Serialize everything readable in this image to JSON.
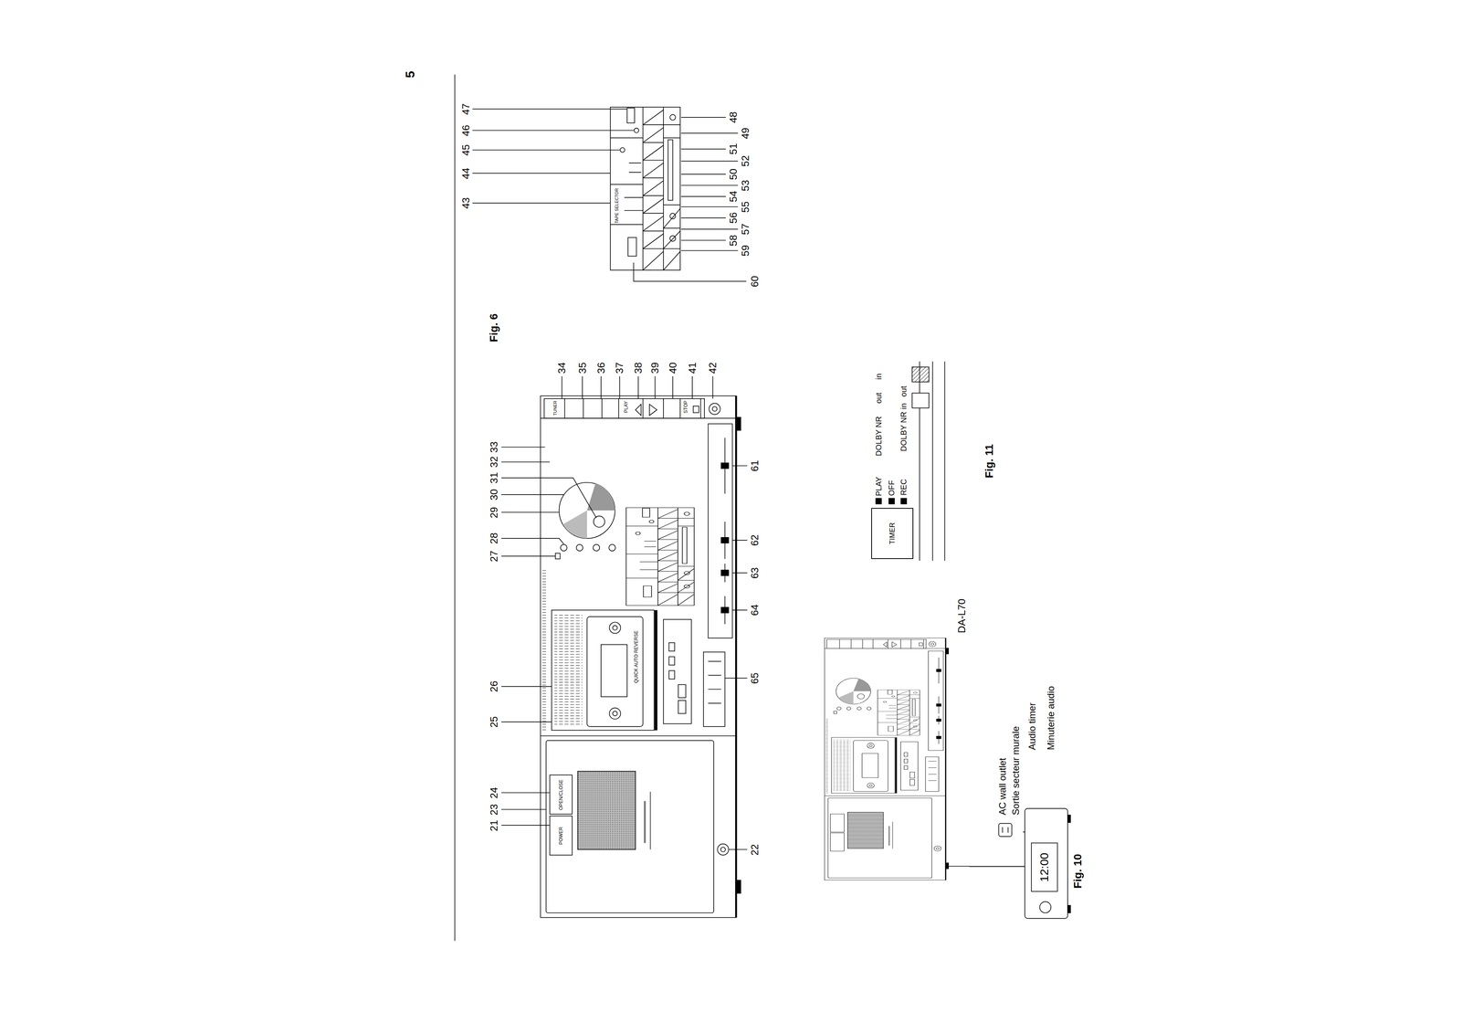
{
  "diagram": {
    "nodes": [
      {
        "text": [
          "DA-L70"
        ]
      },
      {
        "text": [
          "AC wall outlet",
          "Sortie secteur murale"
        ]
      },
      {
        "text": [
          "Audio timer",
          "Minuterie audio"
        ]
      },
      {
        "text": [
          "TIMER"
        ]
      }
    ],
    "edges": [
      {
        "from": 0,
        "to": 2,
        "arrow": "none"
      },
      {
        "from": 2,
        "to": 1,
        "arrow": "none"
      }
    ],
    "labels": [
      "5",
      "Fig. 6",
      "21",
      "23",
      "24",
      "25",
      "26",
      "27",
      "28",
      "29",
      "30",
      "31",
      "32",
      "33",
      "34",
      "35",
      "36",
      "37",
      "38",
      "39",
      "40",
      "41",
      "42",
      "22",
      "61",
      "62",
      "63",
      "64",
      "65",
      "43",
      "44",
      "45",
      "46",
      "47",
      "48",
      "49",
      "51",
      "52",
      "50",
      "53",
      "54",
      "55",
      "56",
      "57",
      "58",
      "59",
      "60",
      "POWER",
      "OPEN/CLOSE",
      "TUNER",
      "PLAY",
      "STOP",
      "QUICK AUTO REVERSE",
      "TAPE SELECTOR",
      "Fig. 10",
      "12:00",
      "Fig. 11",
      "PLAY",
      "DOLBY NR",
      "OFF",
      "REC",
      "DOLBY NR",
      "out",
      "in",
      "out",
      "in"
    ]
  }
}
